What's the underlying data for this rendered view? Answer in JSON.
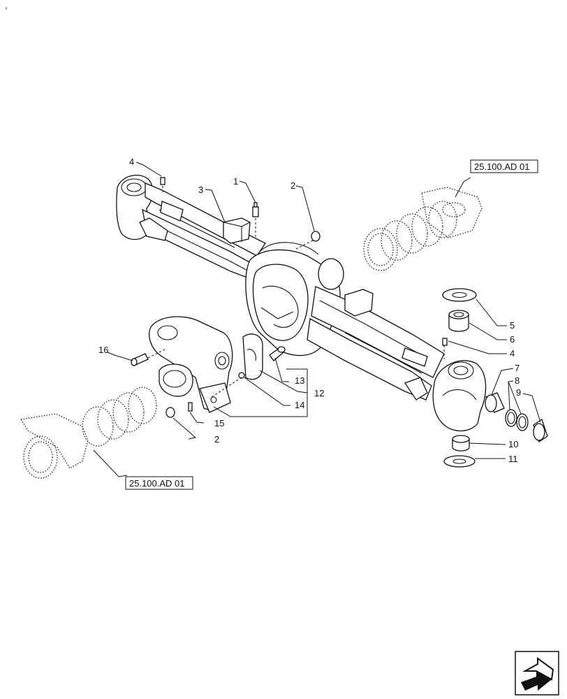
{
  "corner_mark": ",",
  "reference_boxes": {
    "top_right": "25.100.AD 01",
    "bottom_left": "25.100.AD 01"
  },
  "callouts": {
    "c1": "1",
    "c2_top": "2",
    "c3": "3",
    "c4_top": "4",
    "c5": "5",
    "c6": "6",
    "c4_right": "4",
    "c7": "7",
    "c8": "8",
    "c9": "9",
    "c10": "10",
    "c11": "11",
    "c12": "12",
    "c13": "13",
    "c14": "14",
    "c15": "15",
    "c16": "16",
    "c2_bottom": "2"
  },
  "nav_icon": "next-page-arrow-icon"
}
